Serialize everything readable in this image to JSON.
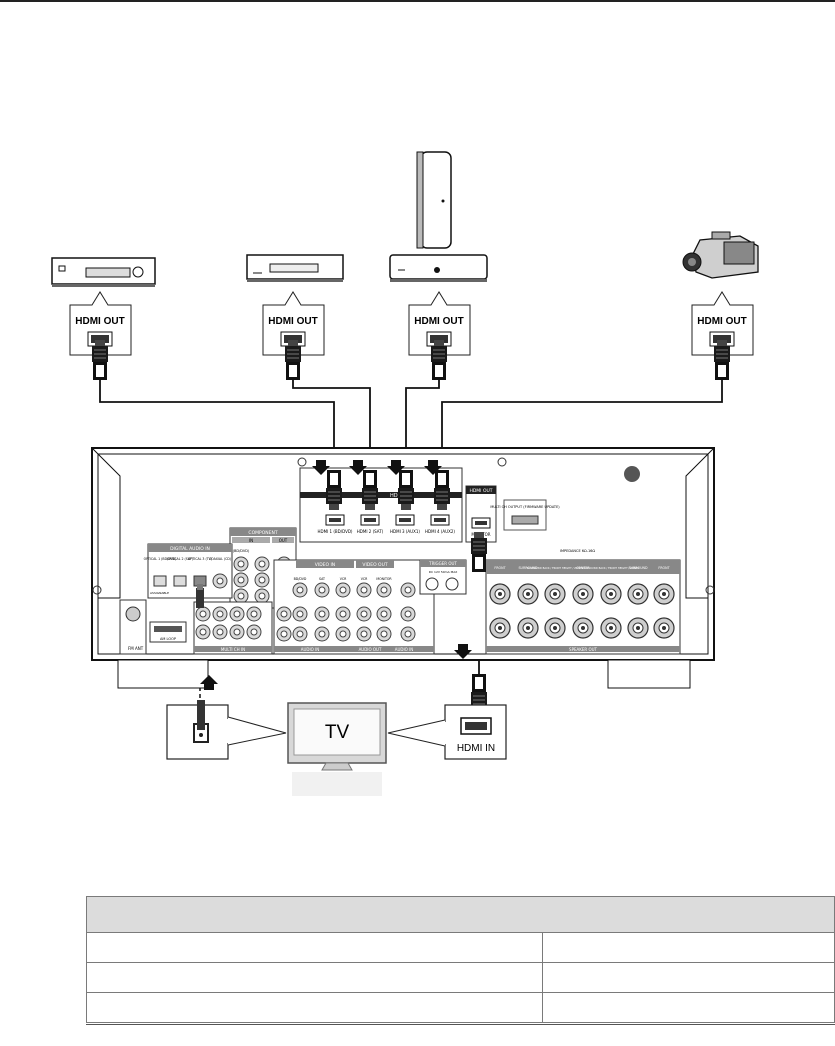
{
  "sources": [
    {
      "name": "bluray-player",
      "port_label": "HDMI OUT"
    },
    {
      "name": "dvd-player",
      "port_label": "HDMI OUT"
    },
    {
      "name": "set-top-box",
      "port_label": "HDMI OUT"
    },
    {
      "name": "camcorder",
      "port_label": "HDMI OUT"
    }
  ],
  "tv": {
    "label": "TV",
    "badge": "HDMI IN"
  },
  "receiver": {
    "hdmi_in_header": "HDMI IN",
    "hdmi_inputs": [
      "HDMI 1 (BD/DVD)",
      "HDMI 2 (SAT)",
      "HDMI 3 (AUX1)",
      "HDMI 4 (AUX2)"
    ],
    "hdmi_out_header": "HDMI OUT",
    "hdmi_out_port": "MONITOR",
    "service_label": "MULTI CH OUTPUT (FIRMWARE UPDATE)",
    "component_header": "COMPONENT",
    "component_in": "IN",
    "component_out": "OUT",
    "component_sub": "(BD/DVD)",
    "digital_audio_header": "DIGITAL AUDIO IN",
    "digital_inputs": [
      "OPTICAL 1 (BD/DVD)",
      "OPTICAL 2 (SAT)",
      "OPTICAL 3 (TV)",
      "COAXIAL (CD)"
    ],
    "assignable": "ASSIGNABLE",
    "video_in": "VIDEO IN",
    "video_out": "VIDEO OUT",
    "video_columns": [
      "BD/DVD",
      "SAT",
      "VCR",
      "VCR",
      "MONITOR"
    ],
    "audio_in": "AUDIO IN",
    "audio_out": "AUDIO OUT",
    "audio_in2": "AUDIO IN",
    "multi_ch_in": "MULTI CH IN",
    "fm_ant": "FM ANT",
    "am_loop": "AM LOOP",
    "trigger_out": "TRIGGER OUT",
    "trigger_sub": "DC 12V 50mA MAX",
    "speakers_header": "SPEAKERS",
    "speaker_channels": [
      "FRONT",
      "SURROUND",
      "SURROUND BACK / FRONT HEIGHT / ZONE2",
      "CENTER",
      "SURROUND BACK / FRONT HEIGHT / ZONE2",
      "SURROUND",
      "FRONT"
    ],
    "speaker_out": "SPEAKER OUT",
    "impedance": "IMPEDANCE 6Ω-16Ω"
  },
  "colors": {
    "line": "#1a1a1a",
    "panel": "#ffffff",
    "band": "#9a9a9a",
    "jack": "#d9d9d9"
  },
  "table": {
    "header": "",
    "rows": [
      [
        "",
        ""
      ],
      [
        "",
        ""
      ],
      [
        "",
        ""
      ]
    ]
  }
}
